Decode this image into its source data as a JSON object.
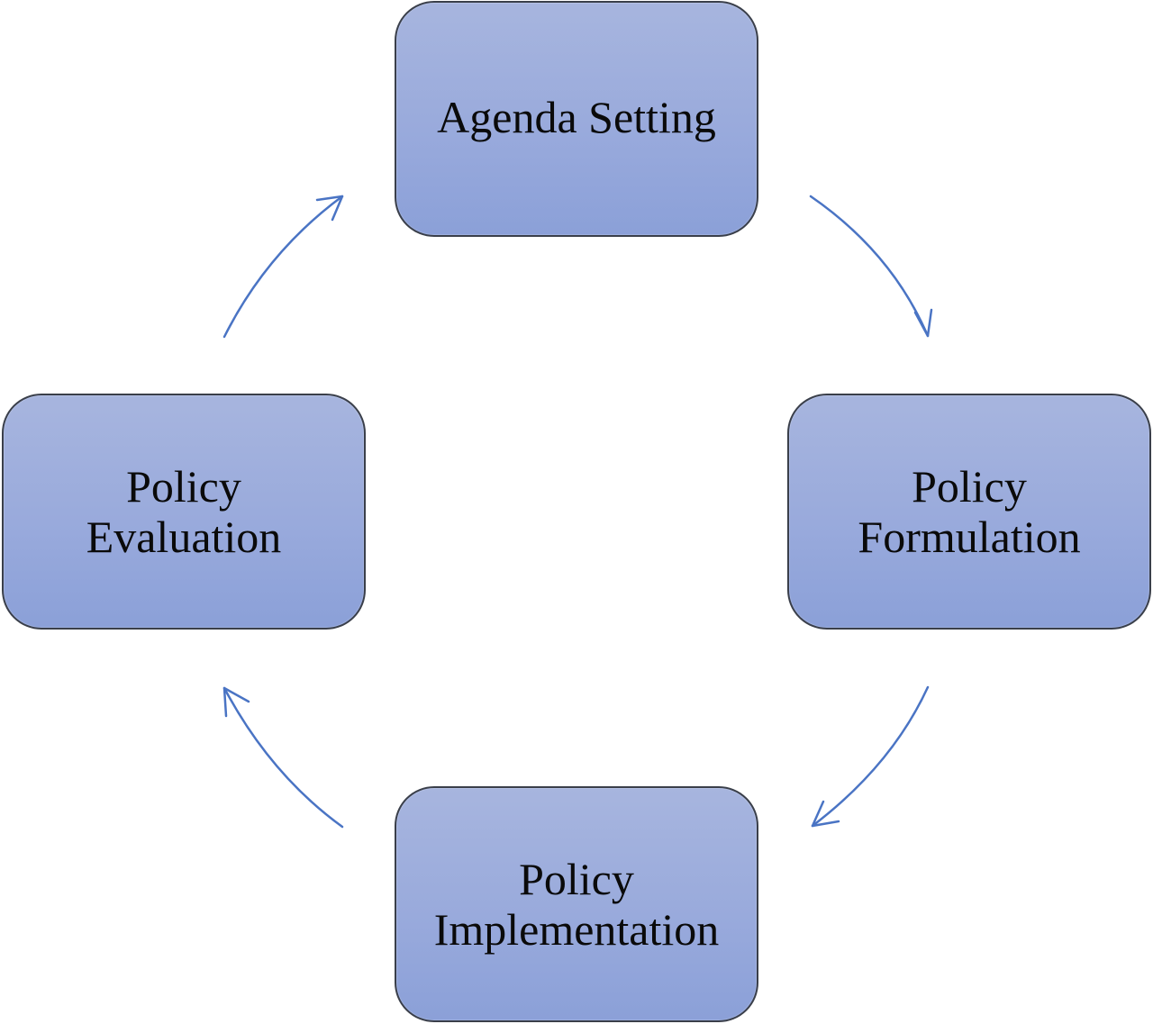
{
  "diagram": {
    "nodes": [
      {
        "id": "agenda",
        "lines": [
          "Agenda Setting"
        ]
      },
      {
        "id": "formulation",
        "lines": [
          "Policy",
          "Formulation"
        ]
      },
      {
        "id": "implementation",
        "lines": [
          "Policy",
          "Implementation"
        ]
      },
      {
        "id": "evaluation",
        "lines": [
          "Policy",
          "Evaluation"
        ]
      }
    ],
    "edges": [
      {
        "from": "agenda",
        "to": "formulation"
      },
      {
        "from": "formulation",
        "to": "implementation"
      },
      {
        "from": "implementation",
        "to": "evaluation"
      },
      {
        "from": "evaluation",
        "to": "agenda"
      }
    ],
    "colors": {
      "node_fill_top": "#a7b5de",
      "node_fill_bottom": "#8ba0d8",
      "node_border": "#3a3f4a",
      "arrow": "#4a74c4",
      "text": "#0a0a0a"
    }
  }
}
